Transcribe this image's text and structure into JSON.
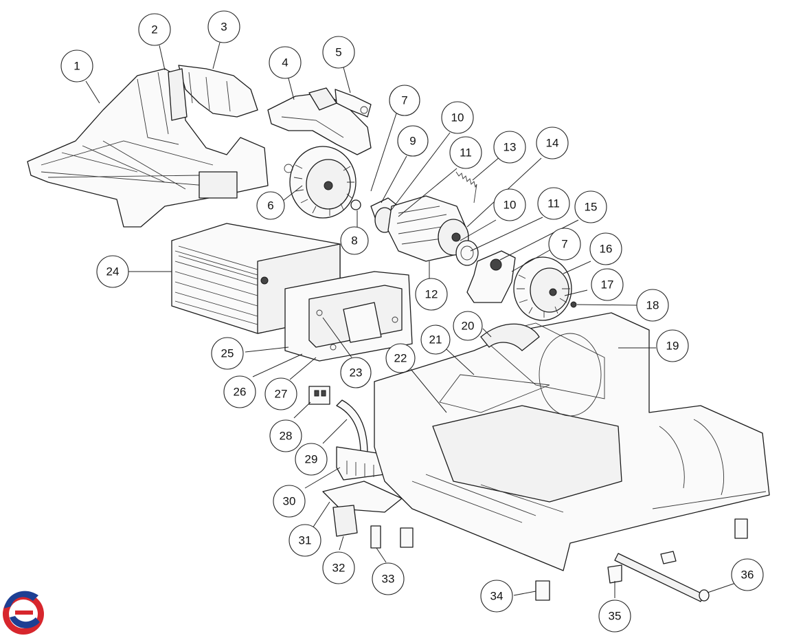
{
  "callouts": [
    {
      "label": "1"
    },
    {
      "label": "2"
    },
    {
      "label": "3"
    },
    {
      "label": "4"
    },
    {
      "label": "5"
    },
    {
      "label": "6"
    },
    {
      "label": "7"
    },
    {
      "label": "8"
    },
    {
      "label": "9"
    },
    {
      "label": "10"
    },
    {
      "label": "11"
    },
    {
      "label": "12"
    },
    {
      "label": "13"
    },
    {
      "label": "14"
    },
    {
      "label": "10"
    },
    {
      "label": "11"
    },
    {
      "label": "15"
    },
    {
      "label": "7"
    },
    {
      "label": "16"
    },
    {
      "label": "17"
    },
    {
      "label": "18"
    },
    {
      "label": "19"
    },
    {
      "label": "20"
    },
    {
      "label": "21"
    },
    {
      "label": "22"
    },
    {
      "label": "24"
    },
    {
      "label": "25"
    },
    {
      "label": "26"
    },
    {
      "label": "27"
    },
    {
      "label": "23"
    },
    {
      "label": "28"
    },
    {
      "label": "29"
    },
    {
      "label": "30"
    },
    {
      "label": "31"
    },
    {
      "label": "32"
    },
    {
      "label": "33"
    },
    {
      "label": "34"
    },
    {
      "label": "35"
    },
    {
      "label": "36"
    }
  ],
  "logo": {
    "name": "brand-logo",
    "colors": {
      "red": "#d7262d",
      "blue": "#1d3f93"
    }
  }
}
